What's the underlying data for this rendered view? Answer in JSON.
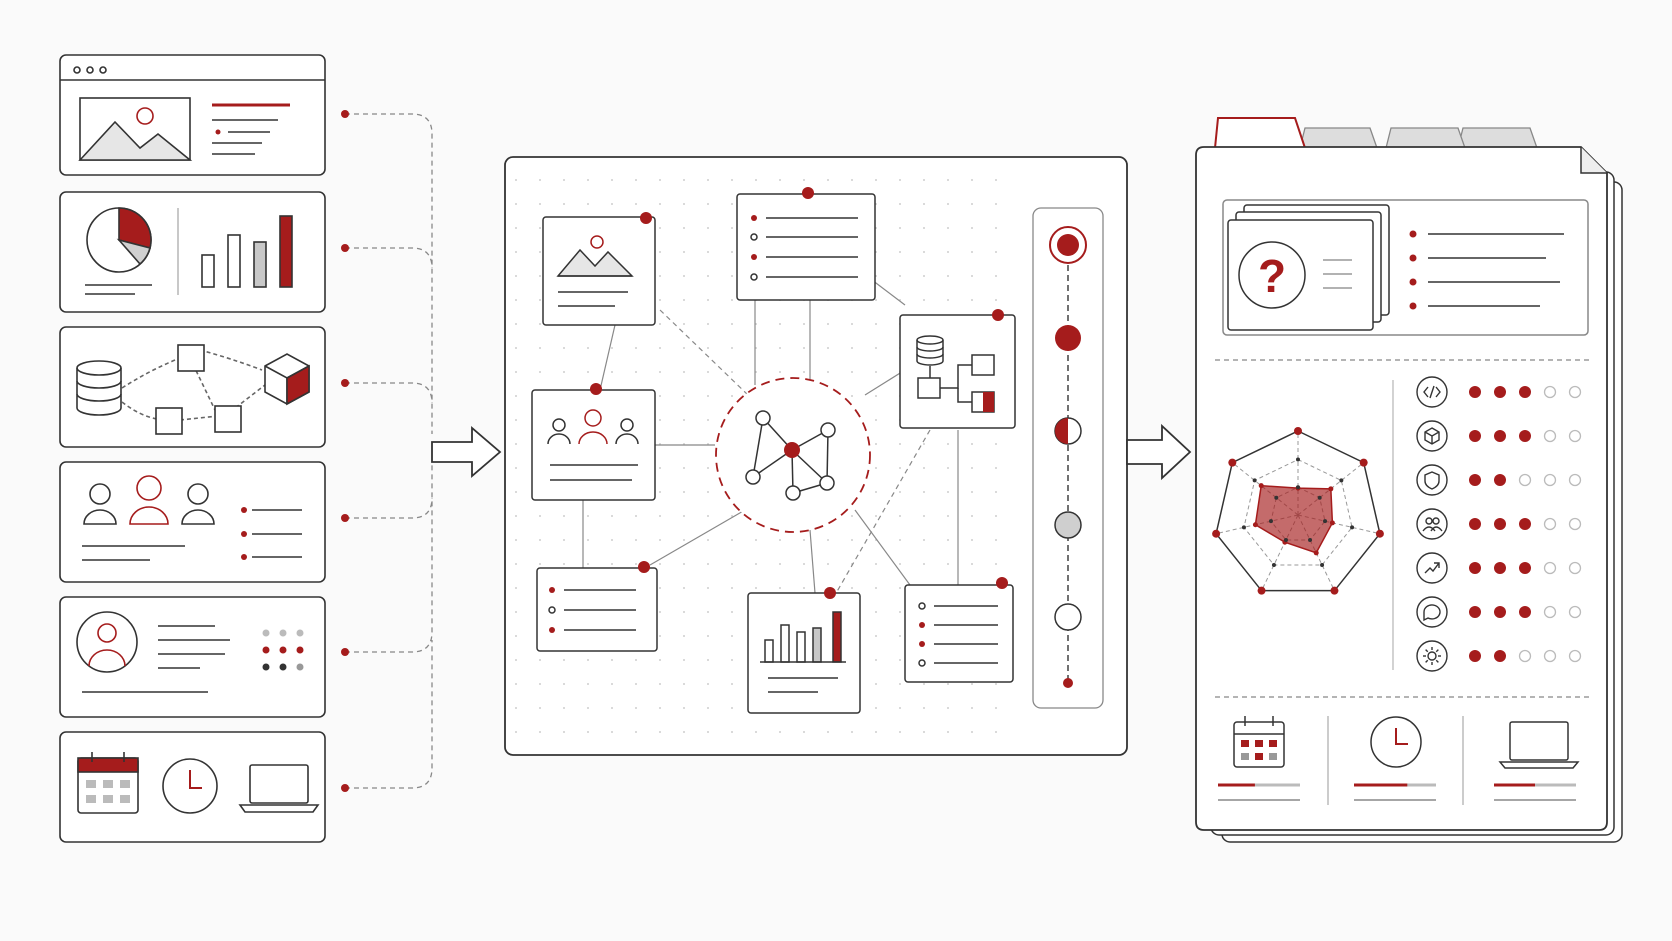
{
  "colors": {
    "background": "#fafafa",
    "stroke": "#333333",
    "accent": "#a51c1c",
    "light_gray": "#bbbbbb",
    "fill_gray": "#e6e6e6",
    "mid_gray": "#999999"
  },
  "source_cards": [
    {
      "kind": "web-page",
      "icons": [
        "window-dots-icon",
        "image-icon"
      ]
    },
    {
      "kind": "charts",
      "icons": [
        "pie-chart-icon",
        "bar-chart-icon"
      ]
    },
    {
      "kind": "data",
      "icons": [
        "database-icon",
        "cube-icon"
      ]
    },
    {
      "kind": "people",
      "icons": [
        "users-icon"
      ]
    },
    {
      "kind": "profile",
      "icons": [
        "user-avatar-icon"
      ]
    },
    {
      "kind": "tools",
      "icons": [
        "calendar-icon",
        "clock-icon",
        "laptop-icon"
      ]
    }
  ],
  "center_panel": {
    "hub_icon": "network-graph-icon",
    "nodes": [
      "image-card",
      "list-card-top",
      "database-card",
      "people-card",
      "list-card-bottom-left",
      "bar-chart-card",
      "list-card-bottom-right"
    ],
    "timeline_states": [
      "target",
      "filled",
      "half",
      "gray",
      "empty",
      "end-dot"
    ]
  },
  "report_panel": {
    "question_mark": "?",
    "skills": [
      {
        "icon": "code-icon",
        "rating": 3,
        "max": 5
      },
      {
        "icon": "cube-icon",
        "rating": 3,
        "max": 5
      },
      {
        "icon": "shield-icon",
        "rating": 2,
        "max": 5
      },
      {
        "icon": "team-icon",
        "rating": 3,
        "max": 5
      },
      {
        "icon": "trend-icon",
        "rating": 3,
        "max": 5
      },
      {
        "icon": "chat-icon",
        "rating": 3,
        "max": 5
      },
      {
        "icon": "gear-icon",
        "rating": 2,
        "max": 5
      }
    ],
    "radar_values": [
      0.32,
      0.5,
      0.42,
      0.5,
      0.36,
      0.52,
      0.56
    ],
    "footer_tools": [
      {
        "icon": "calendar-icon",
        "progress": 0.45
      },
      {
        "icon": "clock-icon",
        "progress": 0.65
      },
      {
        "icon": "laptop-icon",
        "progress": 0.5
      }
    ]
  }
}
